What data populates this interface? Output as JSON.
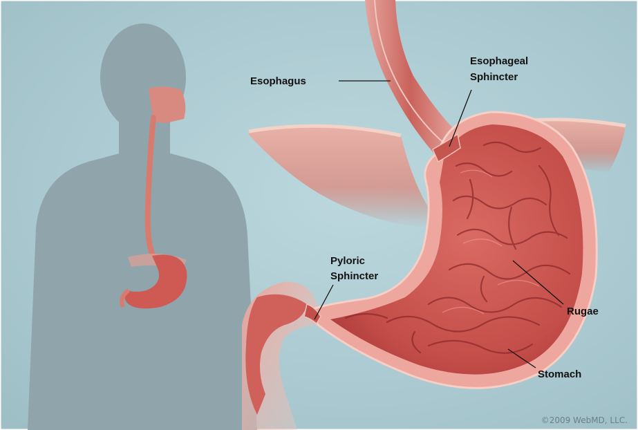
{
  "labels": {
    "esophagus": "Esophagus",
    "esophageal_sphincter_line1": "Esophageal",
    "esophageal_sphincter_line2": "Sphincter",
    "pyloric_sphincter_line1": "Pyloric",
    "pyloric_sphincter_line2": "Sphincter",
    "rugae": "Rugae",
    "stomach": "Stomach"
  },
  "copyright": "©2009 WebMD, LLC.",
  "colors": {
    "background": "#a9c8cf",
    "silhouette": "#8fa4ab",
    "tissue": "#e8a29b",
    "tissue_dark": "#b7423d",
    "muscle": "#d97a6f"
  }
}
